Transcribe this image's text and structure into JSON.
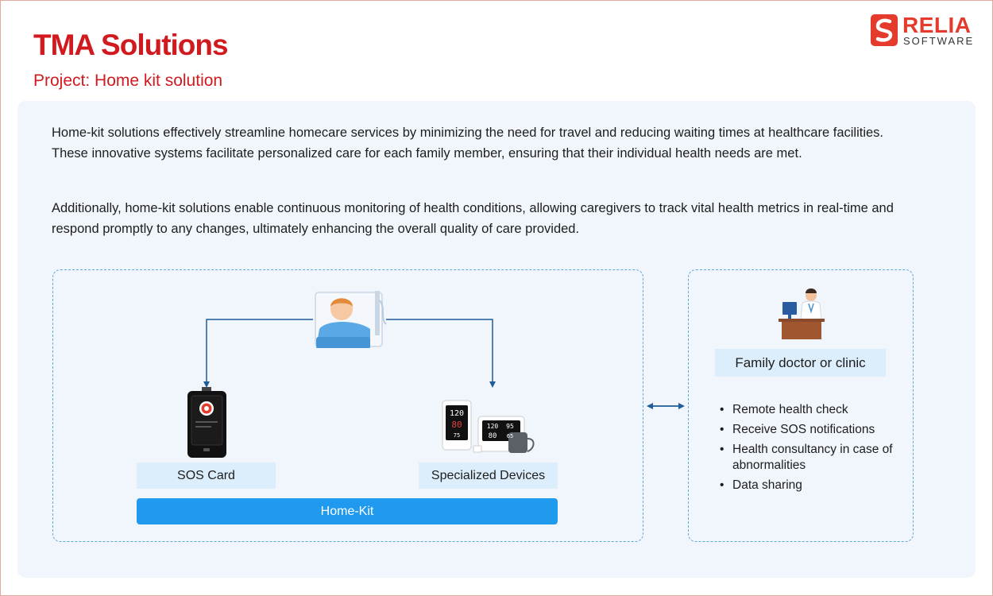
{
  "header": {
    "title": "TMA Solutions",
    "subtitle": "Project: Home kit solution"
  },
  "logo": {
    "name": "RELIA",
    "tagline": "SOFTWARE",
    "icon": "relia-logo-icon",
    "color": "#e43b2c"
  },
  "body": {
    "paragraph_1": "Home-kit solutions effectively streamline homecare services by minimizing the need for travel and reducing waiting times at healthcare facilities. These innovative systems facilitate personalized care for each family member, ensuring that their individual health needs are met.",
    "paragraph_2": "Additionally, home-kit solutions enable continuous monitoring of health conditions, allowing caregivers to track vital health metrics in real-time and respond promptly to any changes, ultimately enhancing the overall quality of care provided."
  },
  "diagram": {
    "patient_icon": "patient-bed-icon",
    "sos_card": {
      "label": "SOS Card",
      "icon": "sos-card-device-icon"
    },
    "specialized_devices": {
      "label": "Specialized Devices",
      "icon": "blood-pressure-monitor-icon",
      "readings": [
        "120",
        "80",
        "75",
        "120",
        "95",
        "80",
        "65"
      ]
    },
    "home_kit_label": "Home-Kit",
    "doctor": {
      "label": "Family doctor or clinic",
      "icon": "doctor-at-desk-icon",
      "services": [
        "Remote health check",
        "Receive SOS notifications",
        "Health consultancy in case of abnormalities",
        "Data sharing"
      ]
    }
  },
  "colors": {
    "brand_red": "#d11a1f",
    "accent_blue": "#1f9aef",
    "label_bg": "#dceefc",
    "dashed_border": "#5aa9da",
    "arrow": "#1f5c9a"
  }
}
